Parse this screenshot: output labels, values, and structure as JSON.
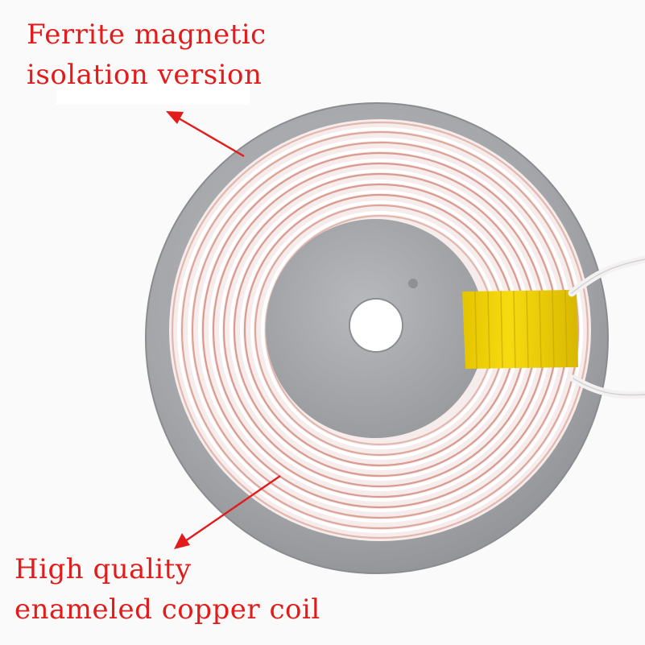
{
  "captions": {
    "ferrite_line_1": "Ferrite magnetic",
    "ferrite_line_2": "isolation version",
    "coil_line_1": "High quality",
    "coil_line_2": "enameled copper coil"
  },
  "colors": {
    "caption_text": "#e21b1b",
    "arrow": "#e21b1b",
    "ferrite": "#a8aaad",
    "coil_wire": "#f7eeee",
    "coil_copper_tint": "#d99a8f",
    "tape": "#f3d400"
  }
}
